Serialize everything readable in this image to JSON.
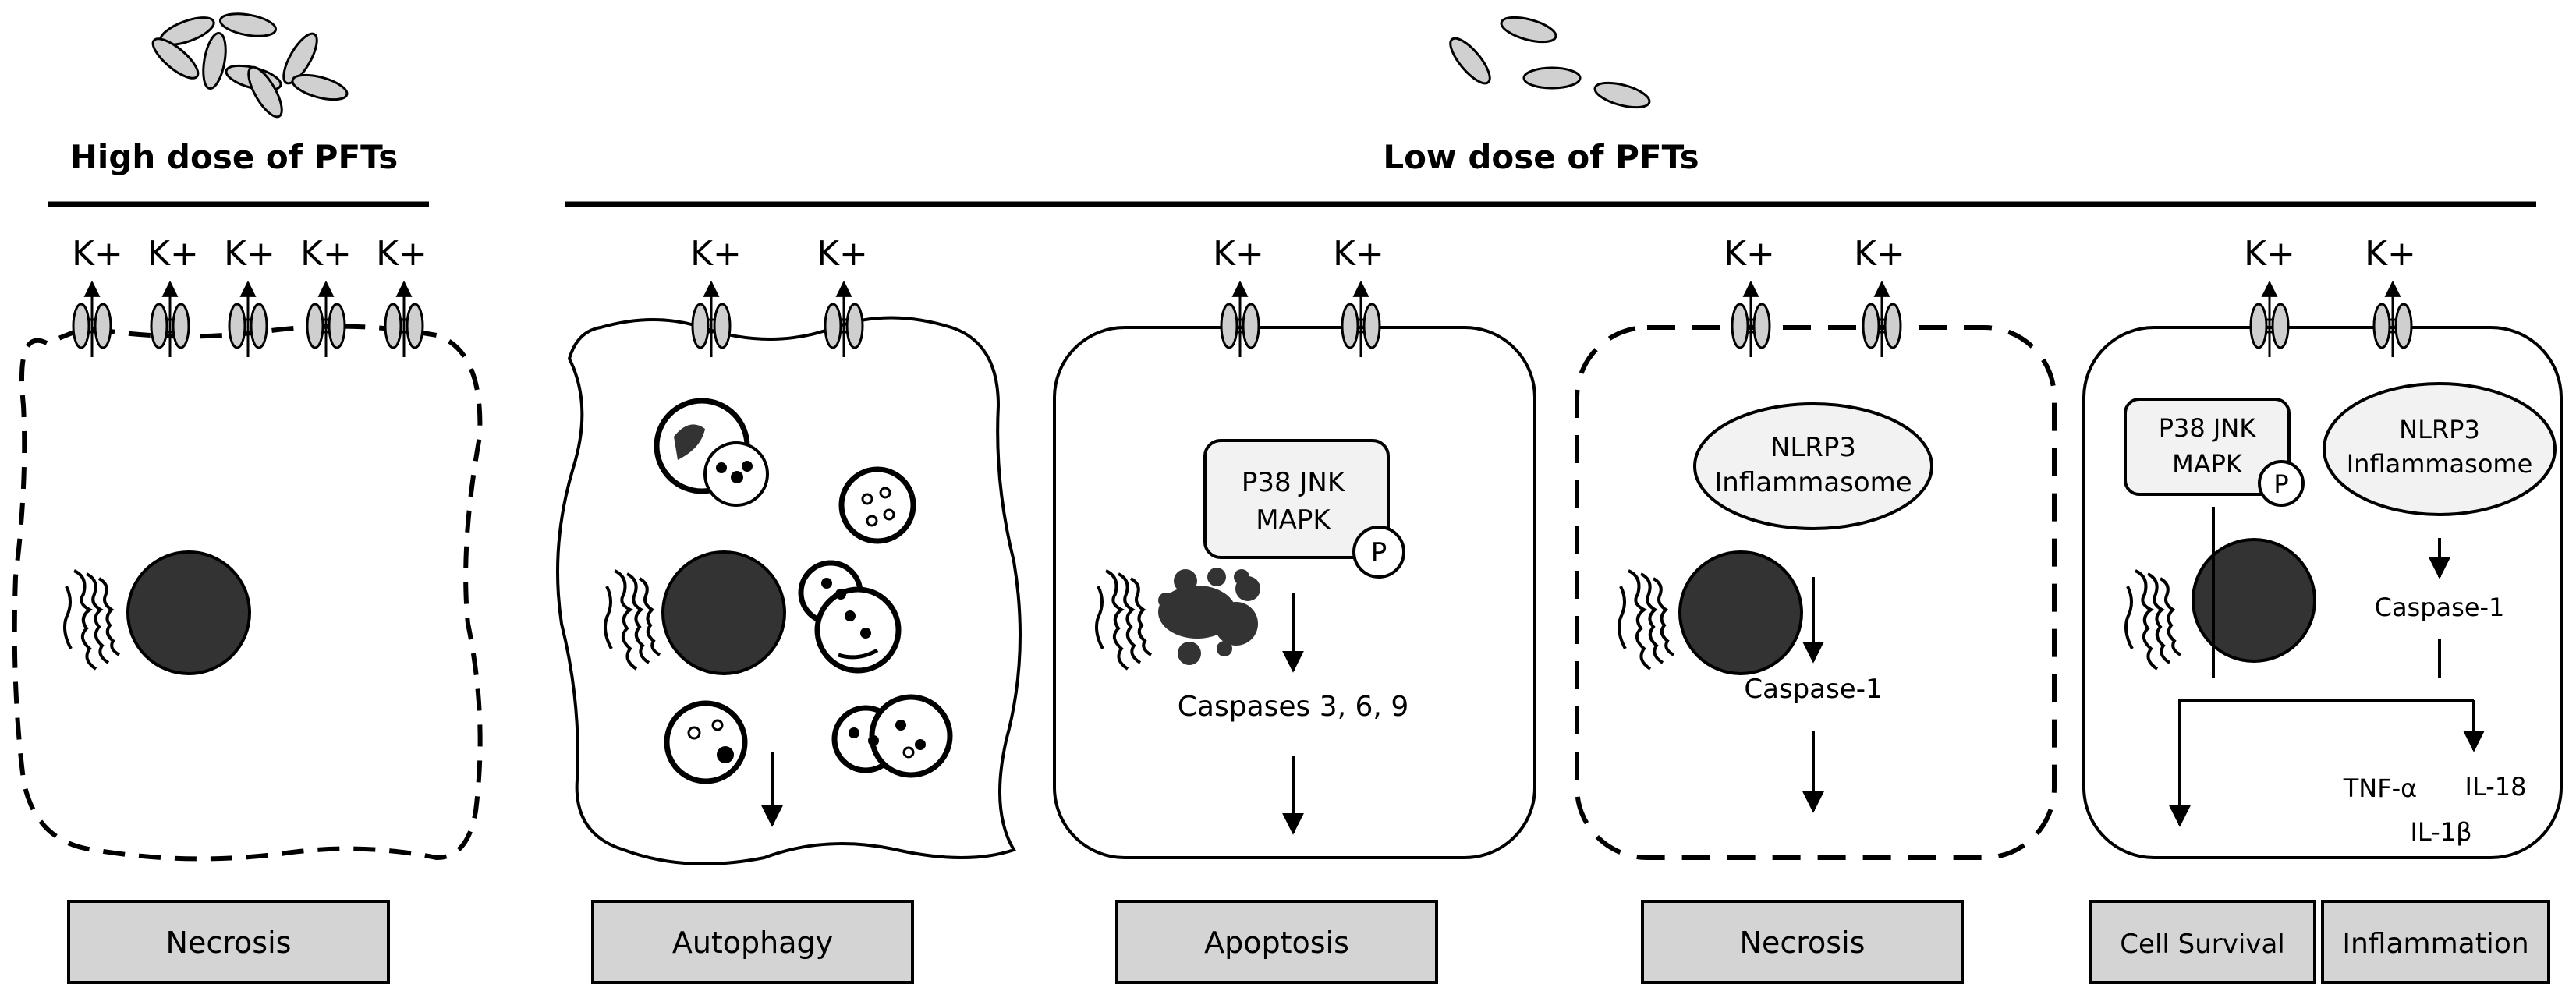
{
  "headers": {
    "high_dose": "High dose of PFTs",
    "low_dose": "Low dose of PFTs"
  },
  "ion_label": "K+",
  "panels": {
    "necrosis_high": {
      "outcome": "Necrosis"
    },
    "autophagy": {
      "outcome": "Autophagy"
    },
    "apoptosis": {
      "kinase_line1": "P38 JNK",
      "kinase_line2": "MAPK",
      "phospho": "P",
      "caspases": "Caspases 3, 6, 9",
      "outcome": "Apoptosis"
    },
    "necrosis_low": {
      "inflammasome_line1": "NLRP3",
      "inflammasome_line2": "Inflammasome",
      "caspase": "Caspase-1",
      "outcome": "Necrosis"
    },
    "survival_inflammation": {
      "kinase_line1": "P38 JNK",
      "kinase_line2": "MAPK",
      "phospho": "P",
      "inflammasome_line1": "NLRP3",
      "inflammasome_line2": "Inflammasome",
      "caspase": "Caspase-1",
      "tnf": "TNF-α",
      "il18": "IL-18",
      "il1b": "IL-1β",
      "outcome_left": "Cell Survival",
      "outcome_right": "Inflammation"
    }
  },
  "colors": {
    "nucleus": "#333333",
    "toxin": "#d0d0d0",
    "outcome_box": "#d4d4d4",
    "inflammasome": "#f2f2f2",
    "kinase_box": "#f2f2f2"
  }
}
